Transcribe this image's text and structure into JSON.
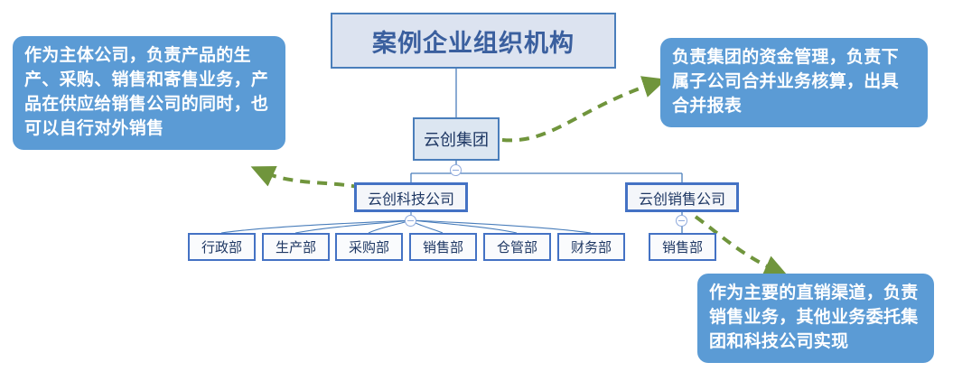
{
  "title": {
    "text": "案例企业组织机构"
  },
  "org_chart": {
    "root": {
      "label": "云创集团",
      "toggle_icon": "minus-circle-icon"
    },
    "level2": [
      {
        "label": "云创科技公司",
        "toggle_icon": "minus-circle-icon"
      },
      {
        "label": "云创销售公司",
        "toggle_icon": "minus-circle-icon"
      }
    ],
    "tech_departments": [
      {
        "label": "行政部"
      },
      {
        "label": "生产部"
      },
      {
        "label": "采购部"
      },
      {
        "label": "销售部"
      },
      {
        "label": "仓管部"
      },
      {
        "label": "财务部"
      }
    ],
    "sales_departments": [
      {
        "label": "销售部"
      }
    ]
  },
  "callouts": {
    "tech_company": {
      "text": "作为主体公司，负责产品的生产、采购、销售和寄售业务，产品在供应给销售公司的同时，也可以自行对外销售",
      "points_to": "云创科技公司"
    },
    "group": {
      "text": "负责集团的资金管理，负责下属子公司合并业务核算，出具合并报表",
      "points_to": "云创集团"
    },
    "sales_company": {
      "text": "作为主要的直销渠道，负责销售业务，其他业务委托集团和科技公司实现",
      "points_to": "销售部"
    }
  },
  "colors": {
    "callout_fill": "#5b9bd5",
    "title_fill": "#dce3f0",
    "title_border": "#4a7ebb",
    "title_text": "#3a5f9e",
    "node_border": "#4472c4",
    "node_text": "#1f3864",
    "connector": "#4a7ebb",
    "arrow": "#70953c"
  }
}
